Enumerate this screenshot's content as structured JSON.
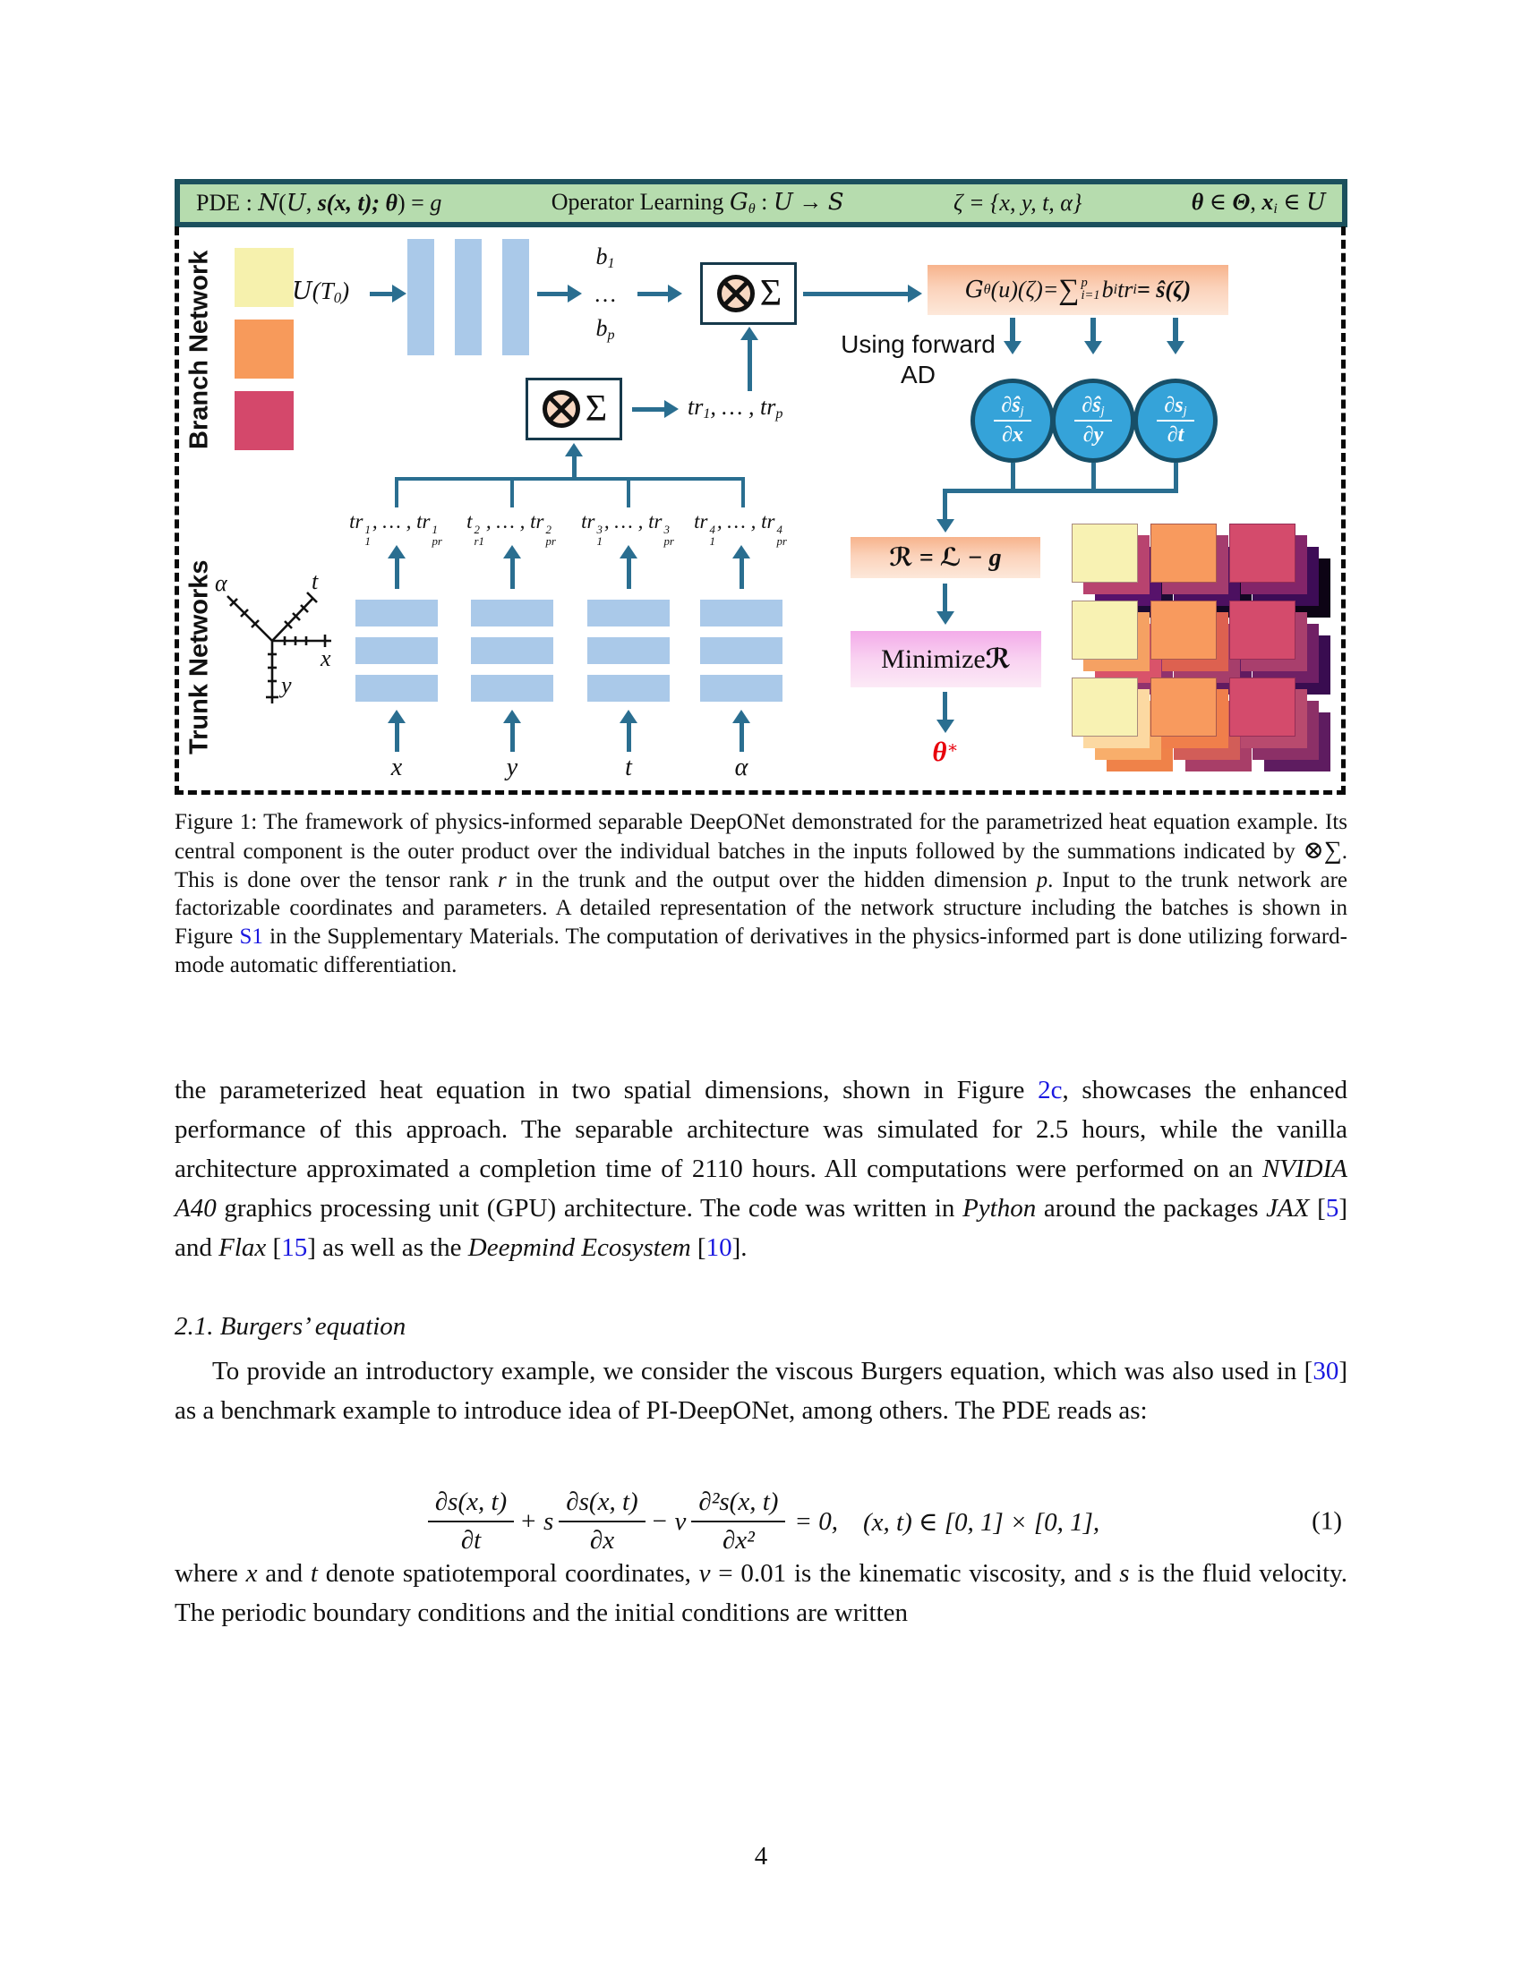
{
  "colors": {
    "accent_teal": "#2a6e90",
    "box_border": "#16394b",
    "banner_bg": "#b6dcae",
    "banner_border": "#1b505d",
    "bar_blue": "#aac9e9",
    "circle_fill": "#35a3d9",
    "circle_border": "#174f68",
    "otimes_fill": "#f8d8c2",
    "peach_top": "#f7b38c",
    "peach_bottom": "#fde8da",
    "pink_top": "#f3abe9",
    "pink_bottom": "#fceaf6",
    "theta_red": "#e8000b",
    "link_blue": "#1a18e0",
    "dash_black": "#0a0a0a"
  },
  "banner": {
    "item1": [
      {
        "t": "PDE : ",
        "s": "r"
      },
      {
        "t": "N",
        "s": "cal"
      },
      {
        "t": "(",
        "s": "r"
      },
      {
        "t": "U",
        "s": "cal"
      },
      {
        "t": ", ",
        "s": "r"
      },
      {
        "t": "s(x, t); θ",
        "s": "bi"
      },
      {
        "t": ") = ",
        "s": "r"
      },
      {
        "t": "g",
        "s": "i"
      }
    ],
    "item2": [
      {
        "t": "Operator Learning ",
        "s": "r"
      },
      {
        "t": "G",
        "s": "cal"
      },
      {
        "t": "θ",
        "s": "sb"
      },
      {
        "t": " : ",
        "s": "r"
      },
      {
        "t": "U",
        "s": "cal"
      },
      {
        "t": " → ",
        "s": "r"
      },
      {
        "t": "S",
        "s": "cal"
      }
    ],
    "item3": [
      {
        "t": "ζ = {x, y, t, α}",
        "s": "i"
      }
    ],
    "item4": [
      {
        "t": "θ",
        "s": "bi"
      },
      {
        "t": " ∈ ",
        "s": "r"
      },
      {
        "t": "Θ",
        "s": "bi"
      },
      {
        "t": ",  ",
        "s": "r"
      },
      {
        "t": "x",
        "s": "bi"
      },
      {
        "t": "i",
        "s": "sb"
      },
      {
        "t": " ∈ ",
        "s": "r"
      },
      {
        "t": "U",
        "s": "cal"
      }
    ]
  },
  "figure": {
    "branch_label": "Branch Network",
    "trunk_label": "Trunk Networks",
    "branch_squares": [
      "#f6f1ad",
      "#f79a5b",
      "#d4486b"
    ],
    "input_u": [
      {
        "t": "U",
        "s": "cal"
      },
      {
        "t": "(T",
        "s": "i"
      },
      {
        "t": "0",
        "s": "sb"
      },
      {
        "t": ")",
        "s": "i"
      }
    ],
    "sigma": "Σ",
    "b_top": [
      {
        "t": "b",
        "s": "i"
      },
      {
        "t": "1",
        "s": "sb"
      }
    ],
    "b_dots": [
      {
        "t": "…",
        "s": "r"
      }
    ],
    "b_bot": [
      {
        "t": "b",
        "s": "i"
      },
      {
        "t": "p",
        "s": "sb"
      }
    ],
    "tr_mid": [
      {
        "t": "tr",
        "s": "i"
      },
      {
        "t": "1",
        "s": "sb"
      },
      {
        "t": ", … , ",
        "s": "i"
      },
      {
        "t": "tr",
        "s": "i"
      },
      {
        "t": "p",
        "s": "sb"
      }
    ],
    "formula": [
      {
        "t": "G",
        "s": "cal"
      },
      {
        "t": "θ",
        "s": "sb"
      },
      {
        "t": "(u)(ζ)= ",
        "s": "i"
      },
      {
        "t": "∑",
        "s": "sum"
      },
      {
        "t": "p|i=1",
        "s": "st"
      },
      {
        "t": " b",
        "s": "i"
      },
      {
        "t": "i",
        "s": "sb"
      },
      {
        "t": "tr",
        "s": "i"
      },
      {
        "t": "i",
        "s": "sb"
      },
      {
        "t": " = ŝ(ζ)",
        "s": "bi"
      }
    ],
    "using_forward": "Using forward",
    "ad": "AD",
    "derivs": [
      {
        "top": [
          {
            "t": "∂ŝ",
            "s": "bi"
          },
          {
            "t": "j",
            "s": "sb"
          }
        ],
        "bot": [
          {
            "t": "∂x",
            "s": "bi"
          }
        ]
      },
      {
        "top": [
          {
            "t": "∂ŝ",
            "s": "bi"
          },
          {
            "t": "j",
            "s": "sb"
          }
        ],
        "bot": [
          {
            "t": "∂y",
            "s": "bi"
          }
        ]
      },
      {
        "top": [
          {
            "t": "∂s",
            "s": "bi"
          },
          {
            "t": "j",
            "s": "sb"
          }
        ],
        "bot": [
          {
            "t": "∂t",
            "s": "bi"
          }
        ]
      }
    ],
    "residual": [
      {
        "t": "ℛ = ℒ − g",
        "s": "bi"
      }
    ],
    "minimize": [
      {
        "t": "Minimize ",
        "s": "r"
      },
      {
        "t": "ℛ",
        "s": "bi"
      }
    ],
    "theta_star": [
      {
        "t": "θ",
        "s": "bi"
      },
      {
        "t": "∗",
        "s": "sp"
      }
    ],
    "tr_labels": [
      [
        {
          "t": "tr",
          "s": "i"
        },
        {
          "t": "1|1",
          "s": "st"
        },
        {
          "t": ", … , ",
          "s": "i"
        },
        {
          "t": "tr",
          "s": "i"
        },
        {
          "t": "1|pr",
          "s": "st"
        }
      ],
      [
        {
          "t": "t",
          "s": "i"
        },
        {
          "t": "2|r1",
          "s": "st"
        },
        {
          "t": ", … , ",
          "s": "i"
        },
        {
          "t": "tr",
          "s": "i"
        },
        {
          "t": "2|pr",
          "s": "st"
        }
      ],
      [
        {
          "t": "tr",
          "s": "i"
        },
        {
          "t": "3|1",
          "s": "st"
        },
        {
          "t": ", … , ",
          "s": "i"
        },
        {
          "t": "tr",
          "s": "i"
        },
        {
          "t": "3|pr",
          "s": "st"
        }
      ],
      [
        {
          "t": "tr",
          "s": "i"
        },
        {
          "t": "4|1",
          "s": "st"
        },
        {
          "t": ", … , ",
          "s": "i"
        },
        {
          "t": "tr",
          "s": "i"
        },
        {
          "t": "4|pr",
          "s": "st"
        }
      ]
    ],
    "trunk_inputs": [
      "x",
      "y",
      "t",
      "α"
    ],
    "axes": {
      "alpha": "α",
      "t": "t",
      "x": "x",
      "y": "y"
    },
    "heatmap": {
      "cells": [
        {
          "layers": [
            "#f8f2b3",
            "#b8436f",
            "#57126b",
            "#1d0b33"
          ]
        },
        {
          "layers": [
            "#f89a5e",
            "#a43c6e",
            "#4c1060",
            "#130723"
          ]
        },
        {
          "layers": [
            "#d44b6c",
            "#832569",
            "#3d0c56",
            "#0d0415"
          ]
        },
        {
          "layers": [
            "#f8f2b3",
            "#f5a163",
            "#d9536a",
            "#91326e"
          ]
        },
        {
          "layers": [
            "#f89a5e",
            "#dd6150",
            "#a63e6b",
            "#611b60"
          ]
        },
        {
          "layers": [
            "#d44b6c",
            "#a93f6d",
            "#702065",
            "#390c50"
          ]
        },
        {
          "layers": [
            "#f8f2b3",
            "#fcd9a2",
            "#f8ae6b",
            "#ef8249"
          ]
        },
        {
          "layers": [
            "#f89a5e",
            "#f07f4b",
            "#d25d58",
            "#a83e68"
          ]
        },
        {
          "layers": [
            "#d44b6c",
            "#b84a6e",
            "#8c3067",
            "#5e1c60"
          ]
        }
      ]
    }
  },
  "caption": [
    {
      "t": "Figure 1: The framework of physics-informed separable DeepONet demonstrated for the parametrized heat equation example.  Its central component is the outer product over the individual batches in the inputs followed by the summations indicated by ",
      "s": "r"
    },
    {
      "t": "⊗∑",
      "s": "sym"
    },
    {
      "t": ".  This is done over the tensor rank ",
      "s": "r"
    },
    {
      "t": "r",
      "s": "i"
    },
    {
      "t": " in the trunk and the output over the hidden dimension ",
      "s": "r"
    },
    {
      "t": "p",
      "s": "i"
    },
    {
      "t": ".  Input to the trunk network are factorizable coordinates and parameters.  A detailed representation of the network structure including the batches is shown in Figure ",
      "s": "r"
    },
    {
      "t": "S1",
      "s": "l"
    },
    {
      "t": " in the Supplementary Materials.  The computation of derivatives in the physics-informed part is done utilizing forward-mode automatic differentiation.",
      "s": "r"
    }
  ],
  "body1": [
    {
      "t": "the parameterized heat equation in two spatial dimensions, shown in Figure ",
      "s": "r"
    },
    {
      "t": "2c",
      "s": "l"
    },
    {
      "t": ", showcases the enhanced performance of this approach.  The separable architecture was simulated for 2.5 hours, while the vanilla architecture approximated a completion time of 2110 hours.  All computations were performed on an ",
      "s": "r"
    },
    {
      "t": "NVIDIA A40",
      "s": "i"
    },
    {
      "t": " graphics processing unit (GPU) architecture.  The code was written in ",
      "s": "r"
    },
    {
      "t": "Python",
      "s": "i"
    },
    {
      "t": " around the packages ",
      "s": "r"
    },
    {
      "t": "JAX",
      "s": "i"
    },
    {
      "t": " [",
      "s": "r"
    },
    {
      "t": "5",
      "s": "l"
    },
    {
      "t": "] and ",
      "s": "r"
    },
    {
      "t": "Flax",
      "s": "i"
    },
    {
      "t": " [",
      "s": "r"
    },
    {
      "t": "15",
      "s": "l"
    },
    {
      "t": "] as well as the ",
      "s": "r"
    },
    {
      "t": "Deepmind Ecosystem",
      "s": "i"
    },
    {
      "t": " [",
      "s": "r"
    },
    {
      "t": "10",
      "s": "l"
    },
    {
      "t": "].",
      "s": "r"
    }
  ],
  "heading": "2.1. Burgers’ equation",
  "body2": [
    {
      "t": "To provide an introductory example, we consider the viscous Burgers equation, which was also used in [",
      "s": "r"
    },
    {
      "t": "30",
      "s": "l"
    },
    {
      "t": "] as a benchmark example to introduce idea of PI-DeepONet, among others. The PDE reads as:",
      "s": "r"
    }
  ],
  "equation": {
    "num1": "∂s(x, t)",
    "den1": "∂t",
    "op1": "+ s",
    "num2": "∂s(x, t)",
    "den2": "∂x",
    "op2": "− ν",
    "num3": "∂²s(x, t)",
    "den3": "∂x²",
    "rhs": "= 0,",
    "domain": "(x, t) ∈ [0, 1] × [0, 1],",
    "tag": "(1)"
  },
  "body3": [
    {
      "t": "where ",
      "s": "r"
    },
    {
      "t": "x",
      "s": "i"
    },
    {
      "t": " and ",
      "s": "r"
    },
    {
      "t": "t",
      "s": "i"
    },
    {
      "t": " denote spatiotemporal coordinates, ",
      "s": "r"
    },
    {
      "t": "ν",
      "s": "i"
    },
    {
      "t": " = 0.01 is the kinematic viscosity, and ",
      "s": "r"
    },
    {
      "t": "s",
      "s": "i"
    },
    {
      "t": " is the fluid velocity.  The periodic boundary conditions and the initial conditions are written",
      "s": "r"
    }
  ],
  "page": {
    "number": "4"
  }
}
